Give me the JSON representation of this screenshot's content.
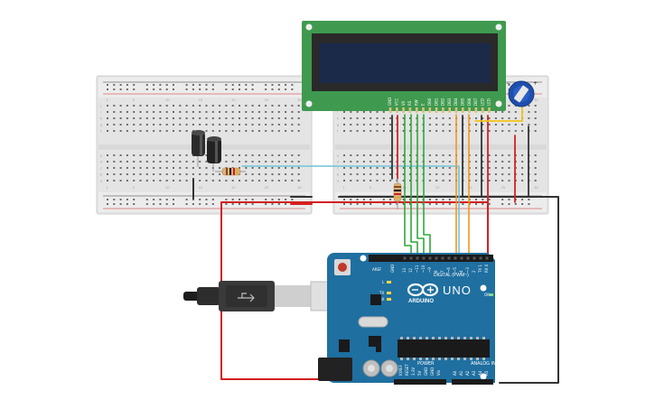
{
  "arduino": {
    "logo_text": "UNO",
    "brand_text": "ARDUINO",
    "digital_label": "DIGITAL (PWM~)",
    "power_label": "POWER",
    "analog_label": "ANALOG IN",
    "tx_label": "TX",
    "rx_label": "RX",
    "l_label": "L",
    "on_label": "ON",
    "aref_label": "AREF",
    "gnd_label": "GND",
    "ioref_label": "IOREF",
    "reset_label": "RESET",
    "v33_label": "3.3V",
    "v5_label": "5V",
    "vin_label": "Vin",
    "digital_pins": [
      "13",
      "12",
      "~11",
      "~10",
      "~9",
      "8",
      "7",
      "~6",
      "~5",
      "4",
      "~3",
      "2",
      "TX 1",
      "RX 0"
    ],
    "analog_pins": [
      "A0",
      "A1",
      "A2",
      "A3",
      "A4",
      "A5"
    ]
  },
  "lcd": {
    "pin_labels": [
      "GND",
      "VCC",
      "V0",
      "RS",
      "RW",
      "E",
      "DB0",
      "DB1",
      "DB2",
      "DB3",
      "DB4",
      "DB5",
      "DB6",
      "DB7",
      "LED",
      "LED"
    ]
  },
  "breadboard": {
    "column_numbers": [
      "1",
      "5",
      "10",
      "15",
      "20",
      "25",
      "30"
    ],
    "row_letters_top": [
      "j",
      "i",
      "h",
      "g",
      "f"
    ],
    "row_letters_bottom": [
      "e",
      "d",
      "c",
      "b",
      "a"
    ]
  },
  "colors": {
    "board": "#1f6fa0",
    "lcd_pcb": "#3f9a4f",
    "lcd_screen": "#1c2a4a",
    "wire_red": "#d42020",
    "wire_black": "#333333",
    "wire_green": "#2fa83a",
    "wire_orange": "#f0961e",
    "wire_cyan": "#6fc3d8",
    "wire_yellow": "#f2c31a"
  }
}
